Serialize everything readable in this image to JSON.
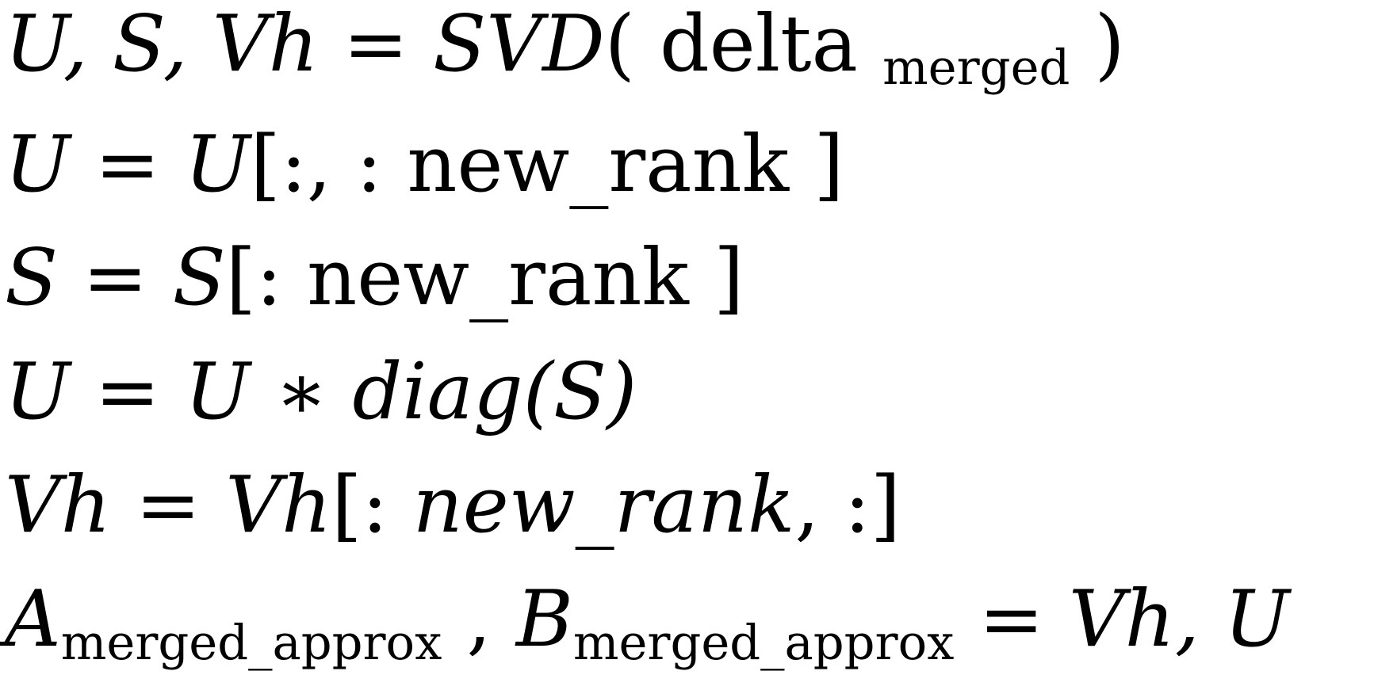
{
  "page": {
    "background": "#ffffff",
    "text_color": "#000000"
  },
  "equations": {
    "lines": [
      {
        "name": "svd-line",
        "segments": [
          "U, S, Vh",
          " = ",
          "SVD",
          "( ",
          "delta ",
          "merged",
          " )"
        ]
      },
      {
        "name": "u-truncate-line",
        "segments": [
          "U",
          " = ",
          "U",
          "[:, :  ",
          "new_rank",
          " ]"
        ]
      },
      {
        "name": "s-truncate-line",
        "segments": [
          "S",
          " = ",
          "S",
          "[:  ",
          "new_rank",
          " ]"
        ]
      },
      {
        "name": "u-scale-line",
        "segments": [
          "U",
          " = ",
          "U",
          " ∗ ",
          "diag(S)"
        ]
      },
      {
        "name": "vh-truncate-line",
        "segments": [
          "Vh",
          " = ",
          "Vh",
          "[: ",
          "new_rank",
          ", :]"
        ]
      },
      {
        "name": "ab-assign-line",
        "segments": [
          "A",
          "merged_approx",
          " , ",
          "B",
          "merged_approx",
          " = ",
          "Vh, U"
        ]
      }
    ]
  }
}
